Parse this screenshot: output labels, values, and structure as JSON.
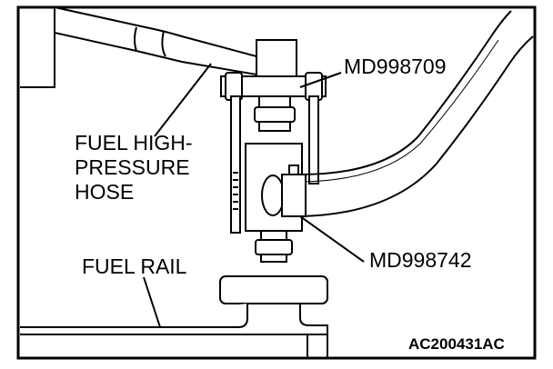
{
  "labels": {
    "tool_top": "MD998709",
    "hose_line1": "FUEL HIGH-",
    "hose_line2": "PRESSURE",
    "hose_line3": "HOSE",
    "tool_bottom": "MD998742",
    "rail": "FUEL RAIL",
    "figure_code": "AC200431AC"
  }
}
